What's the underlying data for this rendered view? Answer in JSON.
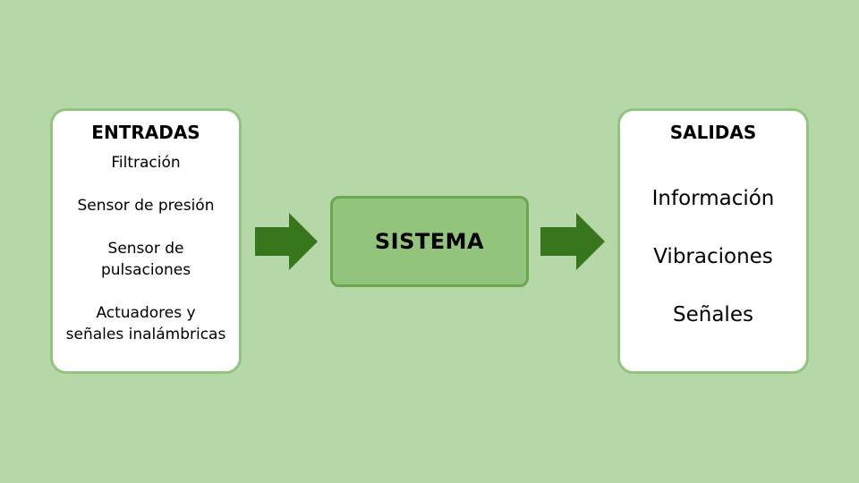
{
  "diagram": {
    "background_color": "#b6d7a8",
    "arrow_color": "#38761d",
    "inputs": {
      "title": "ENTRADAS",
      "items": [
        "Filtración",
        "Sensor de presión",
        "Sensor de pulsaciones",
        "Actuadores y señales inalámbricas"
      ]
    },
    "system": {
      "label": "SISTEMA"
    },
    "outputs": {
      "title": "SALIDAS",
      "items": [
        "Información",
        "Vibraciones",
        "Señales"
      ]
    }
  }
}
